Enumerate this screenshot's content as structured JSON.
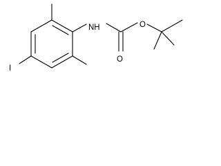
{
  "molecule": {
    "atoms": {
      "nitrogen_hydrogen": "NH",
      "carbonyl_oxygen": "O",
      "ester_oxygen": "O",
      "iodine": "I"
    }
  },
  "colors": {
    "bond": "#000000",
    "label": "#000000",
    "background": "#ffffff"
  }
}
